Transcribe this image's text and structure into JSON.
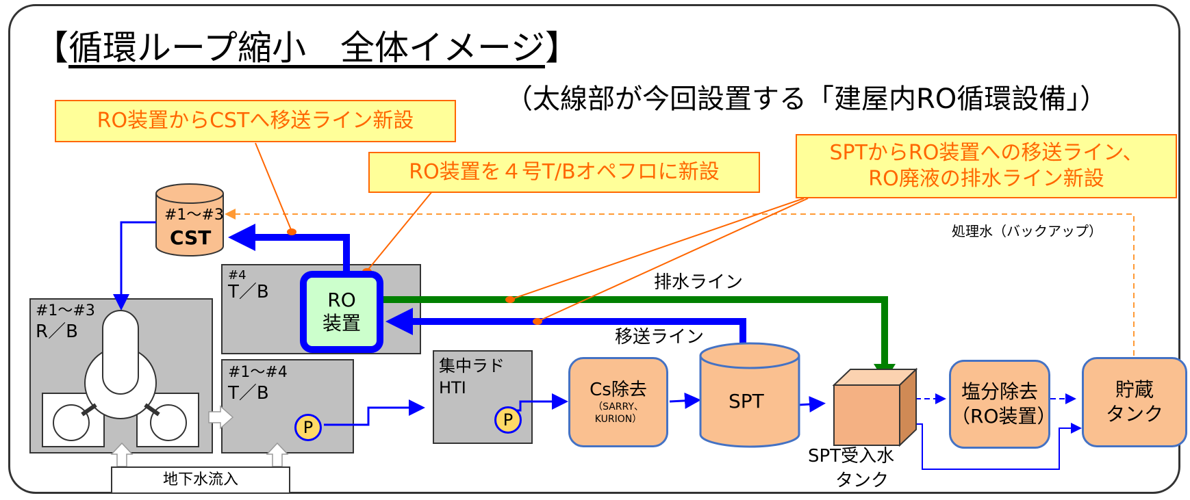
{
  "title": {
    "bracket_open": "【",
    "text": "循環ループ縮小　全体イメージ",
    "bracket_close": "】"
  },
  "subtitle": "（太線部が今回設置する「建屋内RO循環設備」）",
  "callouts": {
    "ro_to_cst": "RO装置からCSTへ移送ライン新設",
    "ro_install": "RO装置を４号T/Bオペフロに新設",
    "spt_to_ro_line1": "SPTからRO装置への移送ライン、",
    "spt_to_ro_line2": "RO廃液の排水ライン新設"
  },
  "cst": {
    "label1": "#1～#3",
    "label2": "CST"
  },
  "tb4": {
    "label1": "#4",
    "label2": "T／B"
  },
  "ro": {
    "label1": "RO",
    "label2": "装置"
  },
  "rb": {
    "label1": "#1～#3",
    "label2": "R／B"
  },
  "tb14": {
    "label1": "#1～#4",
    "label2": "T／B"
  },
  "hti": {
    "label1": "集中ラド",
    "label2": "HTI"
  },
  "pump_label": "P",
  "cs_removal": {
    "label1": "Cs除去",
    "label2": "（SARRY、",
    "label3": "KURION）"
  },
  "spt": "SPT",
  "spt_tank": {
    "label1": "SPT受入水",
    "label2": "タンク"
  },
  "salt_removal": {
    "label1": "塩分除去",
    "label2": "（RO装置）"
  },
  "storage_tank": {
    "label1": "貯蔵",
    "label2": "タンク"
  },
  "groundwater": "地下水流入",
  "drain_line": "排水ライン",
  "transfer_line": "移送ライン",
  "treated_water": "処理水（バックアップ）",
  "colors": {
    "callout_fill": "#ffff99",
    "callout_border": "#ff6600",
    "line_blue": "#0000ff",
    "line_green": "#008000",
    "tank_fill": "#fac090",
    "building_fill": "#c0c0c0",
    "ro_fill": "#ccffcc"
  }
}
